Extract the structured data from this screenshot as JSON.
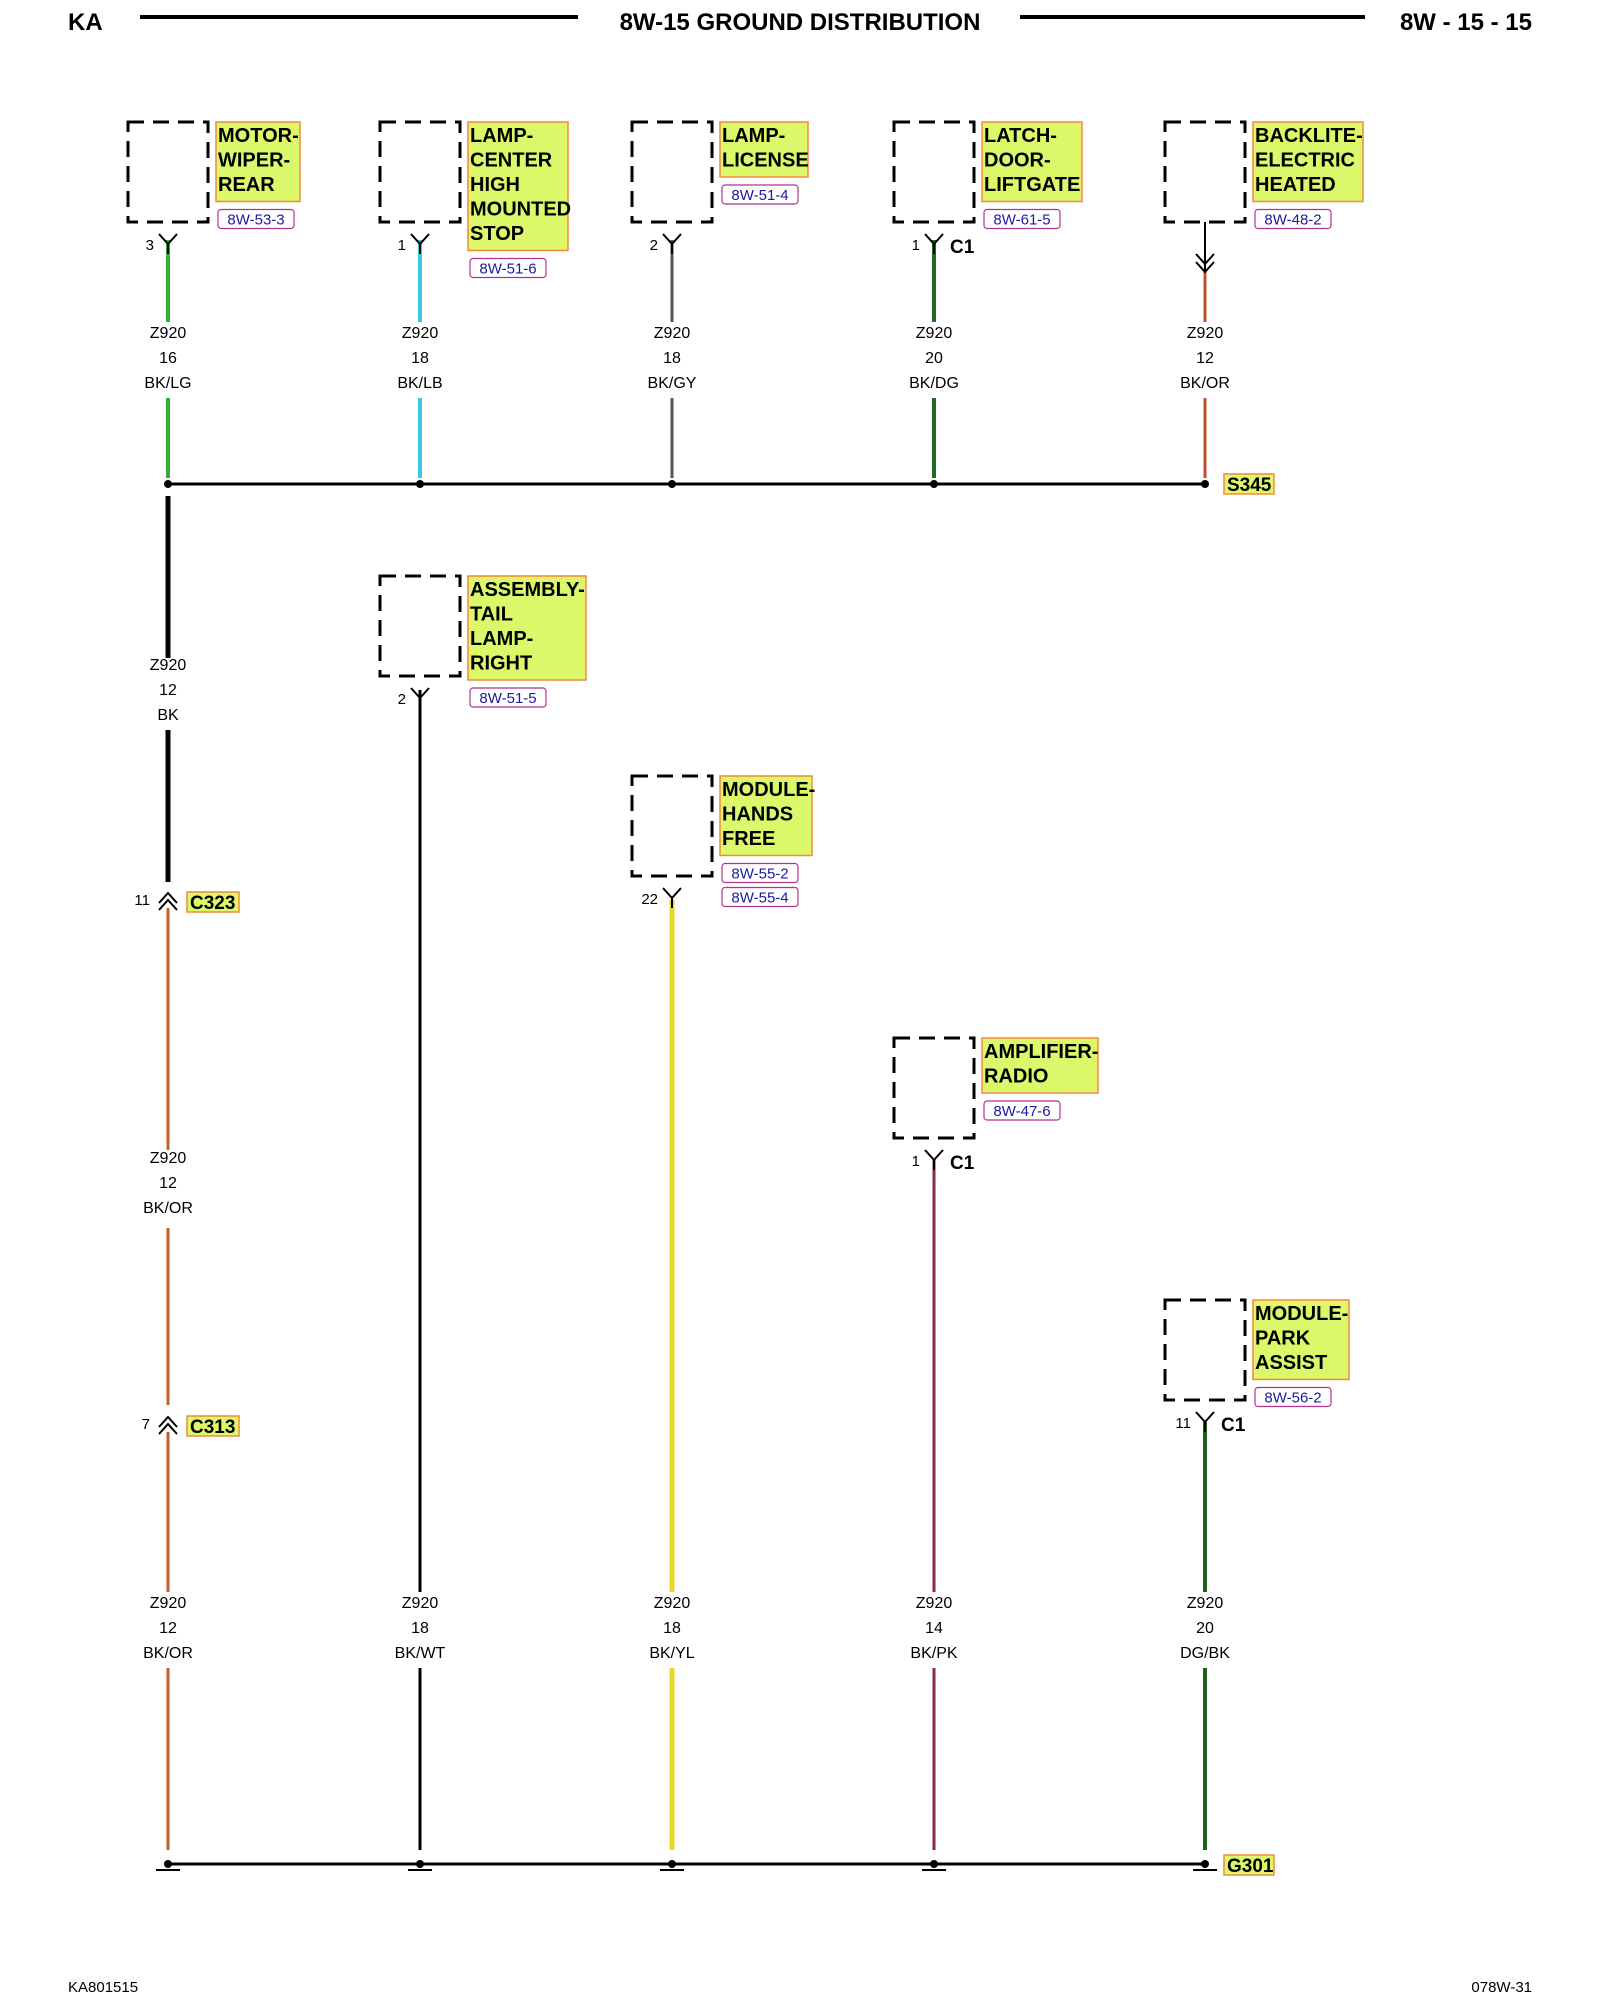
{
  "header": {
    "left": "KA",
    "title": "8W-15 GROUND DISTRIBUTION",
    "right": "8W - 15 - 15"
  },
  "footer": {
    "left": "KA801515",
    "right": "078W-31"
  },
  "colors": {
    "label_bg": "#dcf76a",
    "label_border": "#ef8a3c",
    "ref_text": "#1a1aa0",
    "ref_border": "#b0338f"
  },
  "splices": [
    {
      "id": "S345",
      "label": "S345"
    }
  ],
  "grounds": [
    {
      "id": "G301",
      "label": "G301"
    }
  ],
  "inline_connectors": [
    {
      "id": "C323",
      "label": "C323",
      "pin": "11"
    },
    {
      "id": "C313",
      "label": "C313",
      "pin": "7"
    }
  ],
  "components": [
    {
      "id": "wiper",
      "label_lines": [
        "MOTOR-",
        "WIPER-",
        "REAR"
      ],
      "refs": [
        "8W-53-3"
      ],
      "pin": "3",
      "connector": ""
    },
    {
      "id": "chmsl",
      "label_lines": [
        "LAMP-",
        "CENTER",
        "HIGH",
        "MOUNTED",
        "STOP"
      ],
      "refs": [
        "8W-51-6"
      ],
      "pin": "1",
      "connector": ""
    },
    {
      "id": "license",
      "label_lines": [
        "LAMP-",
        "LICENSE"
      ],
      "refs": [
        "8W-51-4"
      ],
      "pin": "2",
      "connector": ""
    },
    {
      "id": "latch",
      "label_lines": [
        "LATCH-",
        "DOOR-",
        "LIFTGATE"
      ],
      "refs": [
        "8W-61-5"
      ],
      "pin": "1",
      "connector": "C1"
    },
    {
      "id": "backlite",
      "label_lines": [
        "BACKLITE-",
        "ELECTRIC",
        "HEATED"
      ],
      "refs": [
        "8W-48-2"
      ],
      "pin": "",
      "connector": ""
    },
    {
      "id": "taillamp",
      "label_lines": [
        "ASSEMBLY-",
        "TAIL",
        "LAMP-",
        "RIGHT"
      ],
      "refs": [
        "8W-51-5"
      ],
      "pin": "2",
      "connector": ""
    },
    {
      "id": "handsfree",
      "label_lines": [
        "MODULE-",
        "HANDS",
        "FREE"
      ],
      "refs": [
        "8W-55-2",
        "8W-55-4"
      ],
      "pin": "22",
      "connector": ""
    },
    {
      "id": "amp",
      "label_lines": [
        "AMPLIFIER-",
        "RADIO"
      ],
      "refs": [
        "8W-47-6"
      ],
      "pin": "1",
      "connector": "C1"
    },
    {
      "id": "park",
      "label_lines": [
        "MODULE-",
        "PARK",
        "ASSIST"
      ],
      "refs": [
        "8W-56-2"
      ],
      "pin": "11",
      "connector": "C1"
    }
  ],
  "wires": [
    {
      "id": "w-wiper",
      "circuit": "Z920",
      "gauge": "16",
      "color_code": "BK/LG",
      "stripe": "#35b035"
    },
    {
      "id": "w-chmsl",
      "circuit": "Z920",
      "gauge": "18",
      "color_code": "BK/LB",
      "stripe": "#39c8e0"
    },
    {
      "id": "w-license",
      "circuit": "Z920",
      "gauge": "18",
      "color_code": "BK/GY",
      "stripe": "#9a9a9a"
    },
    {
      "id": "w-latch",
      "circuit": "Z920",
      "gauge": "20",
      "color_code": "BK/DG",
      "stripe": "#1f6e1f"
    },
    {
      "id": "w-backlite",
      "circuit": "Z920",
      "gauge": "12",
      "color_code": "BK/OR",
      "stripe": "#e07028"
    },
    {
      "id": "w-main-bk",
      "circuit": "Z920",
      "gauge": "12",
      "color_code": "BK",
      "stripe": "#000000"
    },
    {
      "id": "w-main-or1",
      "circuit": "Z920",
      "gauge": "12",
      "color_code": "BK/OR",
      "stripe": "#e07028"
    },
    {
      "id": "w-main-or2",
      "circuit": "Z920",
      "gauge": "12",
      "color_code": "BK/OR",
      "stripe": "#e07028"
    },
    {
      "id": "w-tail",
      "circuit": "Z920",
      "gauge": "18",
      "color_code": "BK/WT",
      "stripe": "#ffffff"
    },
    {
      "id": "w-handsfree",
      "circuit": "Z920",
      "gauge": "18",
      "color_code": "BK/YL",
      "stripe": "#f0e020"
    },
    {
      "id": "w-amp",
      "circuit": "Z920",
      "gauge": "14",
      "color_code": "BK/PK",
      "stripe": "#e890b0"
    },
    {
      "id": "w-park",
      "circuit": "Z920",
      "gauge": "20",
      "color_code": "DG/BK",
      "stripe": "#1f6e1f"
    }
  ]
}
